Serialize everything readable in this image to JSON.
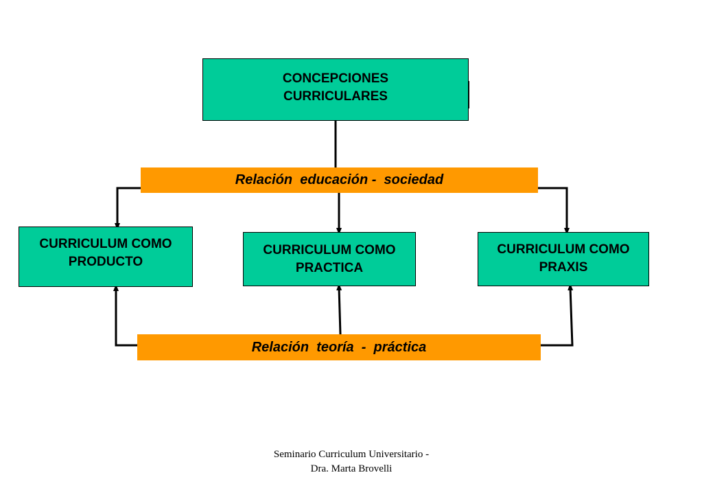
{
  "diagram": {
    "top_node": "CONCEPCIONES\nCURRICULARES",
    "relation_top": "Relación  educación -  sociedad",
    "node_left": "CURRICULUM COMO\nPRODUCTO",
    "node_middle": "CURRICULUM COMO\nPRACTICA",
    "node_right": "CURRICULUM COMO\nPRAXIS",
    "relation_bottom": "Relación  teoría  -  práctica"
  },
  "footer": "Seminario Curriculum Universitario -\nDra. Marta Brovelli",
  "colors": {
    "node_fill": "#00cc99",
    "relation_fill": "#ff9900",
    "line": "#000000"
  }
}
